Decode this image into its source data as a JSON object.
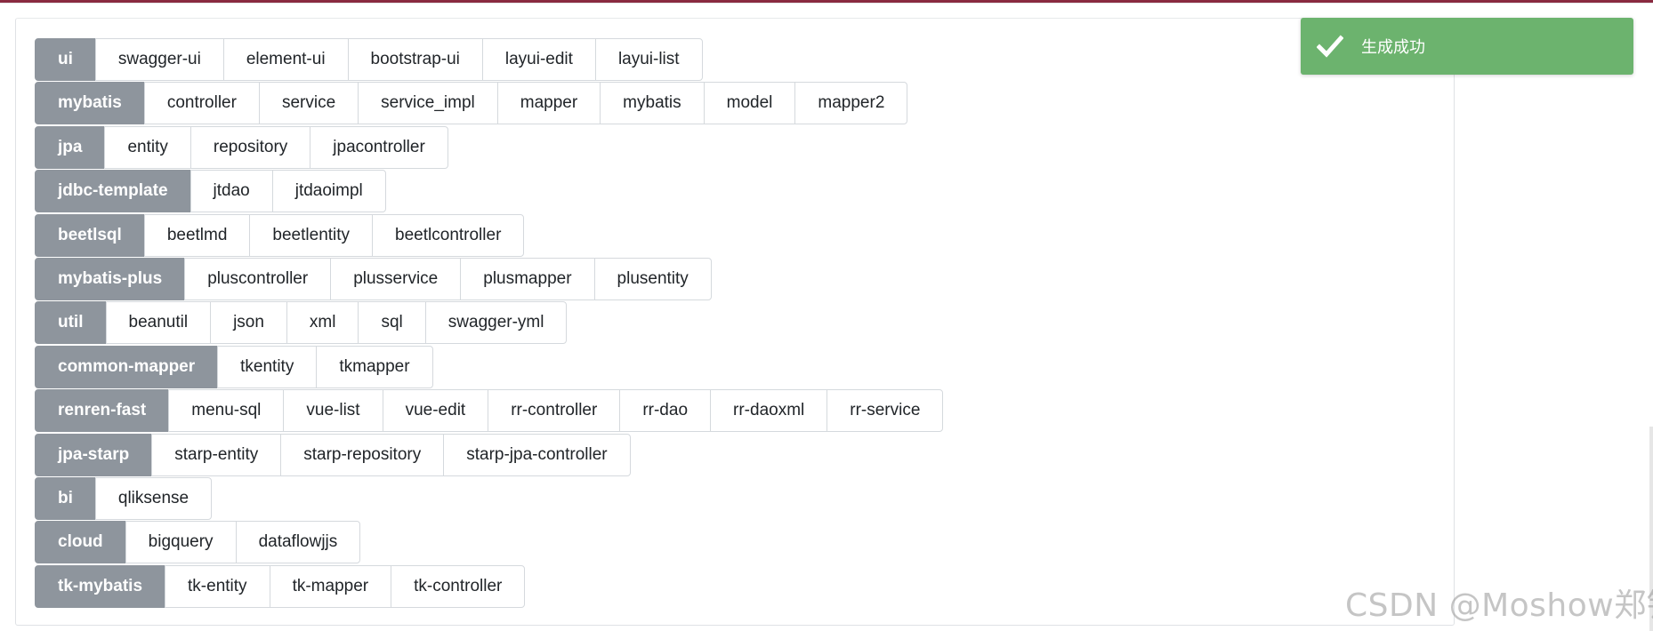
{
  "groups": [
    {
      "label": "ui",
      "items": [
        "swagger-ui",
        "element-ui",
        "bootstrap-ui",
        "layui-edit",
        "layui-list"
      ]
    },
    {
      "label": "mybatis",
      "items": [
        "controller",
        "service",
        "service_impl",
        "mapper",
        "mybatis",
        "model",
        "mapper2"
      ]
    },
    {
      "label": "jpa",
      "items": [
        "entity",
        "repository",
        "jpacontroller"
      ]
    },
    {
      "label": "jdbc-template",
      "items": [
        "jtdao",
        "jtdaoimpl"
      ]
    },
    {
      "label": "beetlsql",
      "items": [
        "beetlmd",
        "beetlentity",
        "beetlcontroller"
      ]
    },
    {
      "label": "mybatis-plus",
      "items": [
        "pluscontroller",
        "plusservice",
        "plusmapper",
        "plusentity"
      ]
    },
    {
      "label": "util",
      "items": [
        "beanutil",
        "json",
        "xml",
        "sql",
        "swagger-yml"
      ]
    },
    {
      "label": "common-mapper",
      "items": [
        "tkentity",
        "tkmapper"
      ]
    },
    {
      "label": "renren-fast",
      "items": [
        "menu-sql",
        "vue-list",
        "vue-edit",
        "rr-controller",
        "rr-dao",
        "rr-daoxml",
        "rr-service"
      ]
    },
    {
      "label": "jpa-starp",
      "items": [
        "starp-entity",
        "starp-repository",
        "starp-jpa-controller"
      ]
    },
    {
      "label": "bi",
      "items": [
        "qliksense"
      ]
    },
    {
      "label": "cloud",
      "items": [
        "bigquery",
        "dataflowjjs"
      ]
    },
    {
      "label": "tk-mybatis",
      "items": [
        "tk-entity",
        "tk-mapper",
        "tk-controller"
      ]
    }
  ],
  "toast": {
    "message": "生成成功",
    "icon": "check-icon",
    "color": "#6cb36e"
  },
  "watermark": "CSDN @Moshow郑锴",
  "colors": {
    "group_label_bg": "#8e959d",
    "top_stripe": "#8a2a40"
  }
}
